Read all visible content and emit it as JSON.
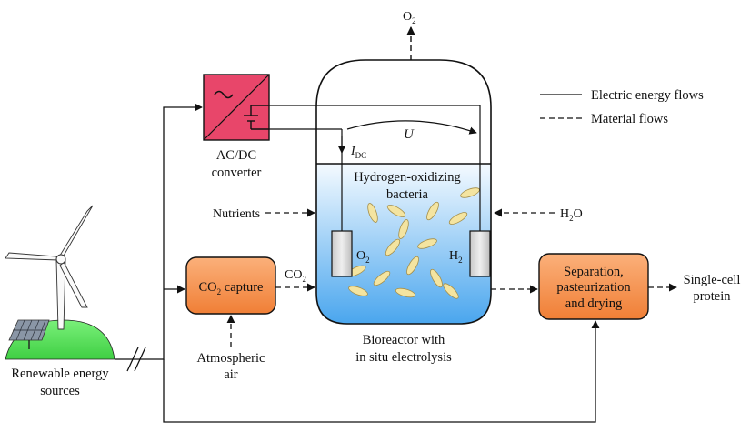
{
  "labels": {
    "o2_top_main": "O",
    "o2_top_sub": "2",
    "converter_line1": "AC/DC",
    "converter_line2": "converter",
    "voltage": "U",
    "current_main": "I",
    "current_sub": "DC",
    "bacteria_line1": "Hydrogen-oxidizing",
    "bacteria_line2": "bacteria",
    "nutrients": "Nutrients",
    "water_main": "H",
    "water_sub": "2",
    "water_tail": "O",
    "electrode_o2_main": "O",
    "electrode_o2_sub": "2",
    "electrode_h2_main": "H",
    "electrode_h2_sub": "2",
    "co2_capture_main": "CO",
    "co2_capture_sub": "2",
    "co2_capture_tail": " capture",
    "co2_flow_main": "CO",
    "co2_flow_sub": "2",
    "bioreactor_line1": "Bioreactor with",
    "bioreactor_line2": "in situ electrolysis",
    "atmospheric_line1": "Atmospheric",
    "atmospheric_line2": "air",
    "renewable_line1": "Renewable energy",
    "renewable_line2": "sources",
    "separation_line1": "Separation,",
    "separation_line2": "pasteurization",
    "separation_line3": "and drying",
    "product_line1": "Single-cell",
    "product_line2": "protein"
  },
  "legend": {
    "electric": "Electric energy flows",
    "material": "Material flows"
  },
  "icons": {
    "converter_ac": "ac-sine-icon",
    "converter_dc": "dc-battery-icon"
  },
  "colors": {
    "converter_fill": "#e8466a",
    "process_box_fill": "#f6934a",
    "liquid_top": "#f4faff",
    "liquid_bottom": "#4aa6ee",
    "bacteria_fill": "#f4e4a0",
    "electrode_fill": "#d6d6d6",
    "hill_fill": "#5ce55a",
    "line": "#111111"
  }
}
